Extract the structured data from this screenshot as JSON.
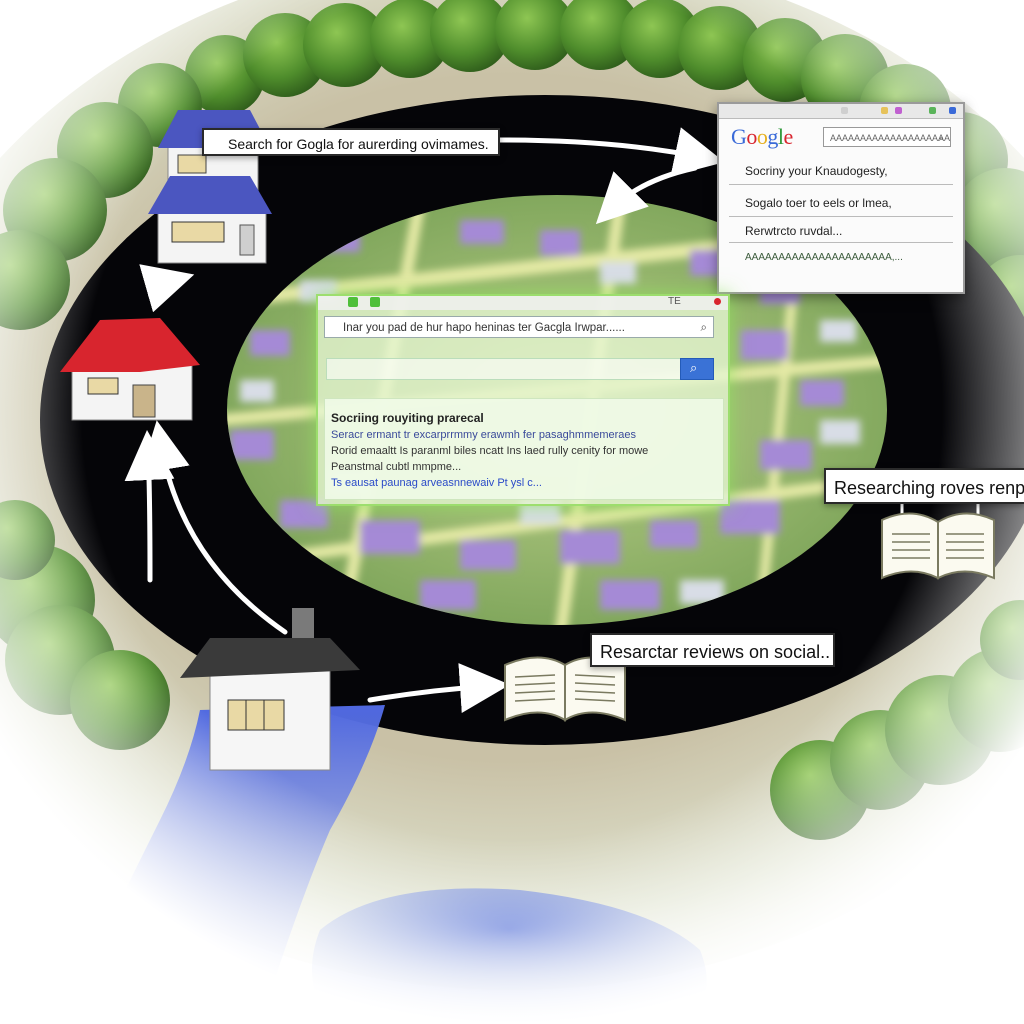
{
  "callouts": {
    "search_google": "Search for Gogla for aurerding ovimames.",
    "researching_reviews": "Researching roves renpp",
    "research_social": "Resarctar reviews on social.."
  },
  "browser_top": {
    "logo": "Google",
    "search_placeholder": "AAAAAAAAAAAAAAAAAAAAAAAA",
    "lines": [
      "Socriny your Knaudogesty,",
      "Sogalo toer to eels or lmea,",
      "Rerwtrcto ruvdal...",
      "AAAAAAAAAAAAAAAAAAAAAA,..."
    ]
  },
  "browser_mid": {
    "tab_text": "TE",
    "query": "Inar you pad de hur hapo heninas ter Gacgla Irwpar......",
    "result_title": "Socriing rouyiting prarecal",
    "result_lines": [
      "Seracr ermant tr excarprrmmy erawmh fer pasaghmmemeraes",
      "Rorid emaaltt Is paranml biles ncatt Ins laed rully cenity for mowe",
      "Peanstmal cubtl mmpme...",
      "Ts eausat paunag arveasnnewaiv Pt ysl c..."
    ]
  },
  "colors": {
    "ring": "#050508",
    "path": "#4a63d8",
    "glow": "#9be06a",
    "roof_blue": "#4b56c0",
    "roof_red": "#d8252e"
  },
  "icons": [
    "house-icon",
    "book-icon",
    "arrow-icon",
    "search-icon",
    "google-logo"
  ]
}
